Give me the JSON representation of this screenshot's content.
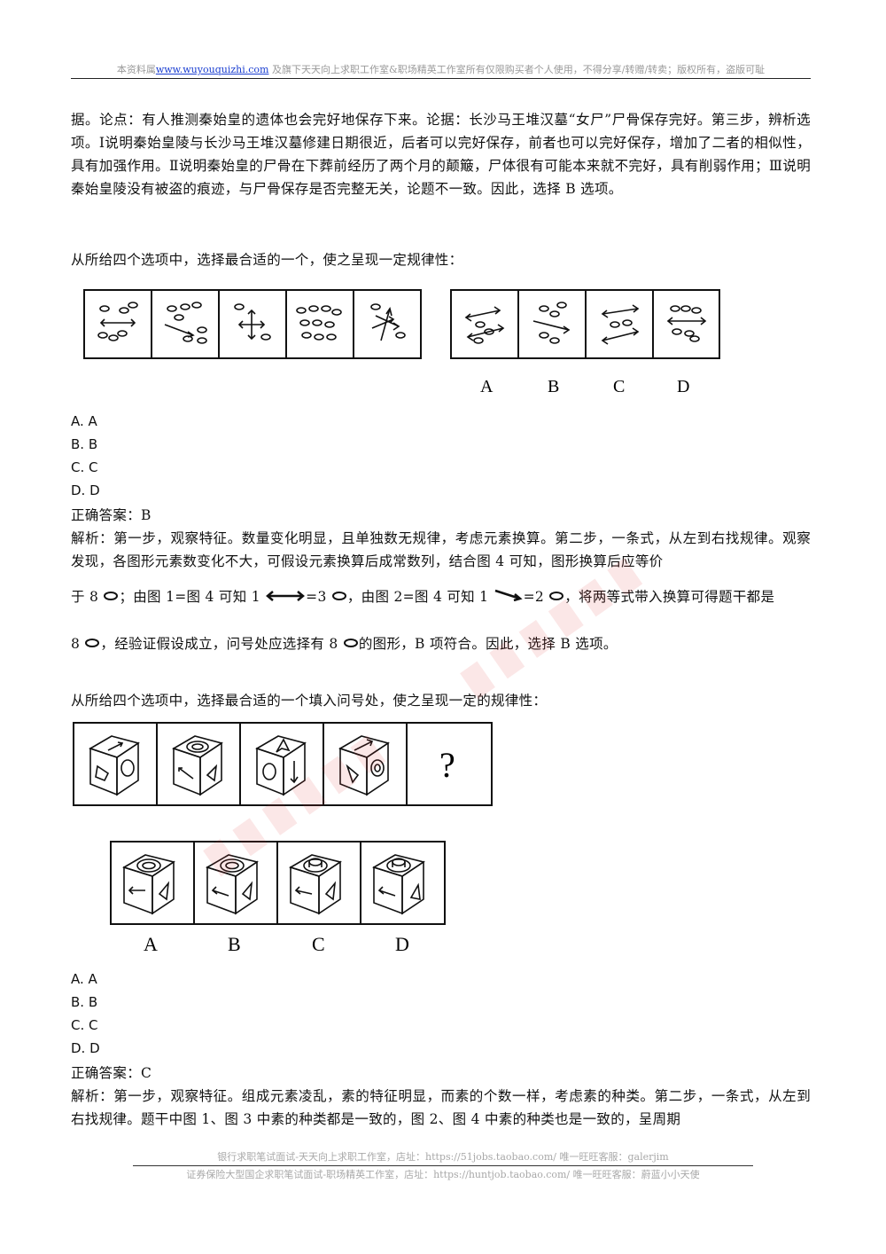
{
  "header": {
    "prefix": "本资料属",
    "link": "www.wuyouquizhi.com",
    "suffix": "及旗下天天向上求职工作室&职场精英工作室所有仅限购买者个人使用，不得分享/转赠/转卖；版权所有，盗版可耻"
  },
  "q1_explanation": "据。论点：有人推测秦始皇的遗体也会完好地保存下来。论据：长沙马王堆汉墓“女尸”尸骨保存完好。第三步，辨析选项。Ⅰ说明秦始皇陵与长沙马王堆汉墓修建日期很近，后者可以完好保存，前者也可以完好保存，增加了二者的相似性，具有加强作用。Ⅱ说明秦始皇的尸骨在下葬前经历了两个月的颠簸，尸体很有可能本来就不完好，具有削弱作用；Ⅲ说明秦始皇陵没有被盗的痕迹，与尸骨保存是否完整无关，论题不一致。因此，选择 B 选项。",
  "q2": {
    "prompt": "从所给四个选项中，选择最合适的一个，使之呈现一定规律性：",
    "option_letters": [
      "A",
      "B",
      "C",
      "D"
    ],
    "options": [
      "A. A",
      "B. B",
      "C. C",
      "D. D"
    ],
    "answer": "正确答案：B",
    "analysis_1": "解析：第一步，观察特征。数量变化明显，且单独数无规律，考虑元素换算。第二步，一条式，从左到右找规律。观察发现，各图形元素数变化不大，可假设元素换算后成常数列，结合图 4 可知，图形换算后应等价",
    "analysis_2a": "于 8",
    "analysis_2b": "；由图 1=图 4 可知 1",
    "analysis_2c": "=3",
    "analysis_2d": "，由图 2=图 4 可知 1",
    "analysis_2e": "=2",
    "analysis_2f": "，将两等式带入换算可得题干都是",
    "analysis_3a": "8",
    "analysis_3b": "，经验证假设成立，问号处应选择有 8",
    "analysis_3c": "的图形，B 项符合。因此，选择 B 选项。"
  },
  "q3": {
    "prompt": "从所给四个选项中，选择最合适的一个填入问号处，使之呈现一定的规律性：",
    "question_mark": "?",
    "option_letters": [
      "A",
      "B",
      "C",
      "D"
    ],
    "options": [
      "A. A",
      "B. B",
      "C. C",
      "D. D"
    ],
    "answer": "正确答案：C",
    "analysis": "解析：第一步，观察特征。组成元素凌乱，素的特征明显，而素的个数一样，考虑素的种类。第二步，一条式，从左到右找规律。题干中图 1、图 3 中素的种类都是一致的，图 2、图 4 中素的种类也是一致的，呈周期"
  },
  "footer": {
    "line1": "银行求职笔试面试-天天向上求职工作室，店址：https://51jobs.taobao.com/ 唯一旺旺客服：galerjim",
    "line2": "证券保险大型国企求职笔试面试-职场精英工作室，店址：https://huntjob.taobao.com/ 唯一旺旺客服：蔚蓝小小天使"
  }
}
